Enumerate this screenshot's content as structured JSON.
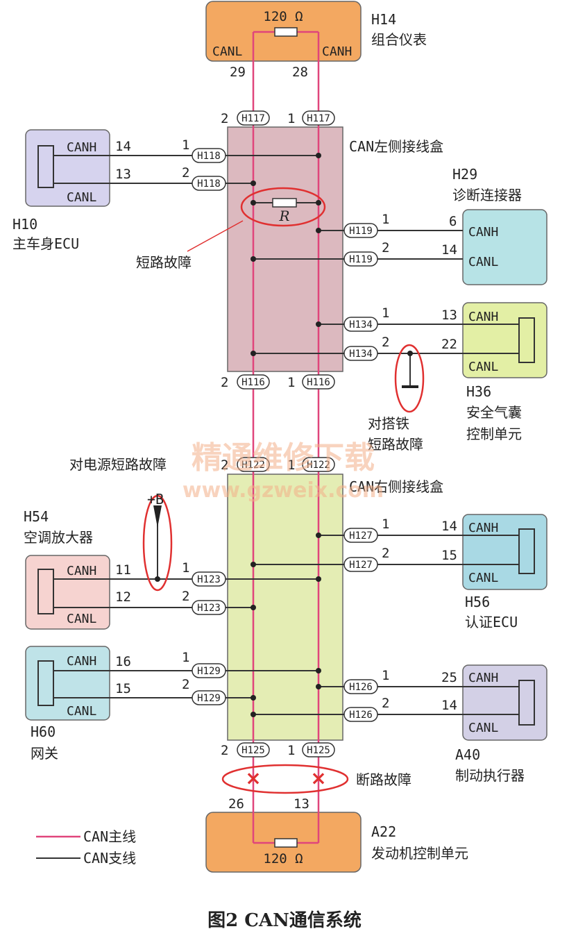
{
  "modules": {
    "h14": {
      "code": "H14",
      "name": "组合仪表",
      "resistor": "120 Ω",
      "canl": "CANL",
      "canh": "CANH",
      "pin_canl": "29",
      "pin_canh": "28",
      "color": "#f3a861"
    },
    "a22": {
      "code": "A22",
      "name": "发动机控制单元",
      "resistor": "120 Ω",
      "pin_canl": "26",
      "pin_canh": "13",
      "color": "#f3a861"
    },
    "h10": {
      "code": "H10",
      "name": "主车身ECU",
      "canh": "CANH",
      "canl": "CANL",
      "pin_canh": "14",
      "pin_canl": "13",
      "color": "#d6d3ee"
    },
    "h29": {
      "code": "H29",
      "name": "诊断连接器",
      "canh": "CANH",
      "canl": "CANL",
      "pin_canh": "6",
      "pin_canl": "14",
      "color": "#b7e3e6"
    },
    "h36": {
      "code": "H36",
      "name1": "安全气囊",
      "name2": "控制单元",
      "canh": "CANH",
      "canl": "CANL",
      "pin_canh": "13",
      "pin_canl": "22",
      "color": "#e3efa5"
    },
    "h54": {
      "code": "H54",
      "name": "空调放大器",
      "canh": "CANH",
      "canl": "CANL",
      "pin_canh": "11",
      "pin_canl": "12",
      "color": "#f6d3d0"
    },
    "h56": {
      "code": "H56",
      "name": "认证ECU",
      "canh": "CANH",
      "canl": "CANL",
      "pin_canh": "14",
      "pin_canl": "15",
      "color": "#a9d9e4"
    },
    "h60": {
      "code": "H60",
      "name": "网关",
      "canh": "CANH",
      "canl": "CANL",
      "pin_canh": "16",
      "pin_canl": "15",
      "color": "#bfe3e8"
    },
    "a40": {
      "code": "A40",
      "name": "制动执行器",
      "canh": "CANH",
      "canl": "CANL",
      "pin_canh": "25",
      "pin_canl": "14",
      "color": "#d3d0e6"
    }
  },
  "junction_left": {
    "title": "CAN左侧接线盒",
    "color": "#dcb9bf"
  },
  "junction_right": {
    "title": "CAN右侧接线盒",
    "color": "#e4edb4"
  },
  "connectors": {
    "h117": "H117",
    "h118": "H118",
    "h119": "H119",
    "h134": "H134",
    "h116": "H116",
    "h122": "H122",
    "h127": "H127",
    "h123": "H123",
    "h129": "H129",
    "h126": "H126",
    "h125": "H125"
  },
  "pins": {
    "one": "1",
    "two": "2"
  },
  "resistor_label": "R",
  "faults": {
    "short": "短路故障",
    "ground1": "对搭铁",
    "ground2": "短路故障",
    "power": "对电源短路故障",
    "power_symbol": "+B",
    "open": "断路故障",
    "open_mark": "×"
  },
  "legend": {
    "main": "CAN主线",
    "branch": "CAN支线",
    "main_color": "#e0457b",
    "branch_color": "#333333"
  },
  "caption": "图2   CAN通信系统",
  "watermark": {
    "line1": "精通维修下载",
    "line2": "www.gzweix.com"
  }
}
